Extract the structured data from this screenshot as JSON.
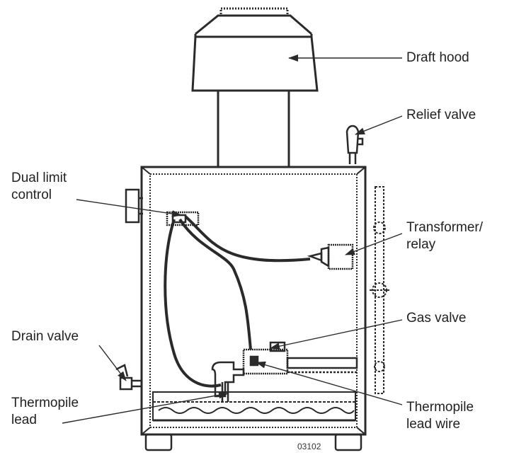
{
  "labels": {
    "draft_hood": "Draft hood",
    "relief_valve": "Relief valve",
    "dual_limit_control": [
      "Dual limit",
      "control"
    ],
    "transformer_relay": [
      "Transformer/",
      "relay"
    ],
    "gas_valve": "Gas valve",
    "drain_valve": "Drain valve",
    "thermopile_lead": [
      "Thermopile",
      "lead"
    ],
    "thermopile_lead_wire": [
      "Thermopile",
      "lead wire"
    ]
  },
  "figure_number": "03102",
  "colors": {
    "line": "#2a2a2a",
    "text": "#222222",
    "background": "#ffffff"
  }
}
